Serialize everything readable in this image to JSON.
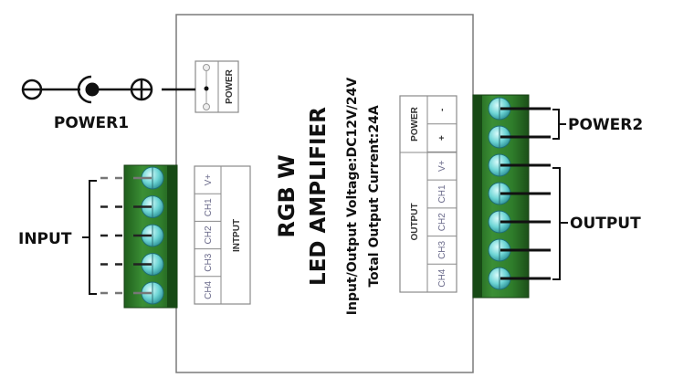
{
  "title": "RGB W LED AMPLIFIER wiring diagram",
  "device": {
    "name_line1": "RGB W",
    "name_line2": "LED AMPLIFIER",
    "spec_voltage": "Input/Output Voltage:DC12V/24V",
    "spec_current": "Total Output Current:24A",
    "power_jack_label": "POWER"
  },
  "power1": {
    "label": "POWER1",
    "negative_symbol": "minus-circle",
    "positive_symbol": "plus-circle",
    "jack_symbol": "dc-barrel-jack"
  },
  "input": {
    "label": "INPUT",
    "table_title": "INTPUT",
    "pins": [
      "V+",
      "CH1",
      "CH2",
      "CH3",
      "CH4"
    ]
  },
  "output_panel": {
    "power_title": "POWER",
    "power_pins": [
      "-",
      "+"
    ],
    "output_title": "OUTPUT",
    "output_pins": [
      "V+",
      "CH1",
      "CH2",
      "CH3",
      "CH4"
    ]
  },
  "power2": {
    "label": "POWER2"
  },
  "output": {
    "label": "OUTPUT"
  },
  "colors": {
    "terminal_green": "#2e7d2a",
    "terminal_dark": "#1b4f18",
    "screw_cyan": "#7fdede",
    "box_border": "#777777",
    "wire": "#111111"
  }
}
